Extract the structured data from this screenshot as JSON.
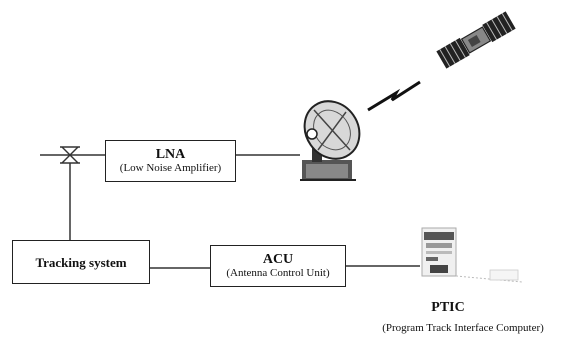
{
  "blocks": {
    "lna": {
      "title": "LNA",
      "subtitle": "(Low Noise Amplifier)"
    },
    "tracking": {
      "title": "Tracking system"
    },
    "acu": {
      "title": "ACU",
      "subtitle": "(Antenna Control Unit)"
    }
  },
  "ptic": {
    "title": "PTIC",
    "subtitle": "(Program Track Interface Computer)"
  }
}
